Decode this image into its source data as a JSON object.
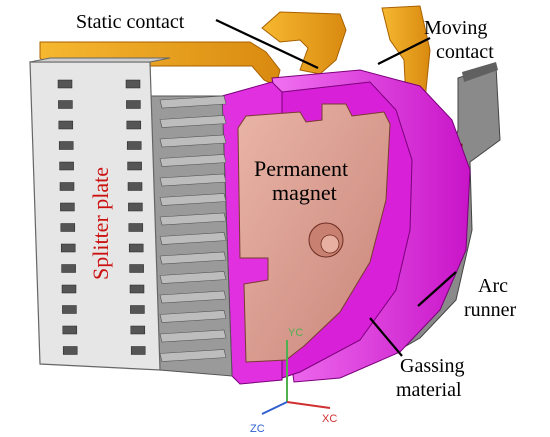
{
  "labels": {
    "static_contact": "Static contact",
    "moving_contact_1": "Moving",
    "moving_contact_2": "contact",
    "permanent_magnet_1": "Permanent",
    "permanent_magnet_2": "magnet",
    "splitter_plate": "Splitter plate",
    "arc_runner_1": "Arc",
    "arc_runner_2": "runner",
    "gassing_material_1": "Gassing",
    "gassing_material_2": "material"
  },
  "axes": {
    "yc": "YC",
    "xc": "XC",
    "zc": "ZC"
  },
  "colors": {
    "splitter_plate_text": "#cc1111",
    "copper_contact": "#f0a020",
    "gassing_material": "#e020e0",
    "permanent_magnet": "#dfa090",
    "splitter_plate": "#e4e4e4",
    "arc_runner": "#7a7a7a",
    "axis_y": "#50b050",
    "axis_x": "#d03030",
    "axis_z": "#3060d0"
  }
}
